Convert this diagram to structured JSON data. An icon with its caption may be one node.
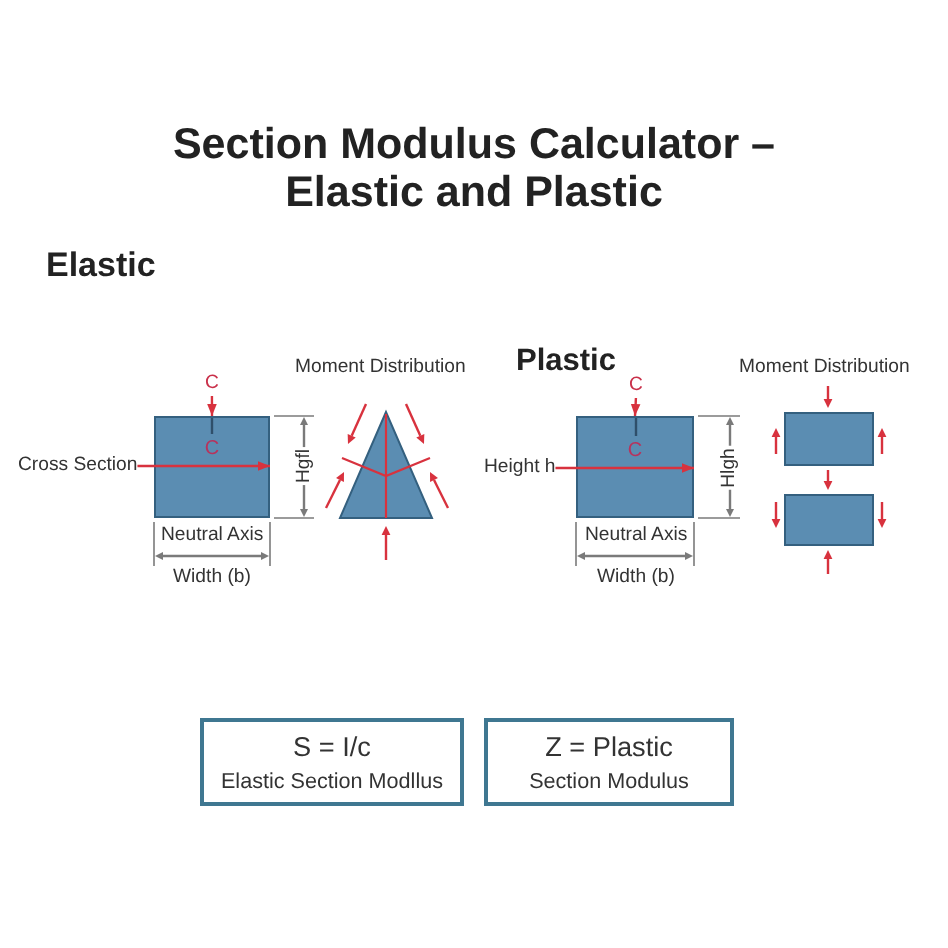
{
  "diagram": {
    "title": "Section Modulus Calculator – Elastic and Plastic",
    "nodes": [
      {
        "text": [
          "Cross Section"
        ]
      },
      {
        "text": [
          "C"
        ]
      },
      {
        "text": [
          "C"
        ],
        "beside": [
          "Neutral Axis"
        ]
      },
      {
        "text": [],
        "shape": "triangle"
      },
      {
        "text": [
          "Height h"
        ]
      },
      {
        "text": [
          "C"
        ]
      },
      {
        "text": [
          "C"
        ],
        "beside": [
          "Neutral Axis"
        ]
      },
      {
        "text": [],
        "shape": "box"
      },
      {
        "text": [],
        "shape": "box"
      },
      {
        "text": [
          "S = I/c",
          "Elastic Section Modllus"
        ]
      },
      {
        "text": [
          "Z = Plastic",
          "Section Modulus"
        ]
      }
    ],
    "edges": [
      {
        "from": 1,
        "to": 2,
        "arrow": "to"
      },
      {
        "from": 0,
        "to": 2,
        "arrow": "to"
      },
      {
        "from": 5,
        "to": 6,
        "arrow": "to"
      },
      {
        "from": 4,
        "to": 6,
        "arrow": "to"
      }
    ],
    "labels": [
      "Elastic",
      "Plastic",
      "Moment Distribution",
      "Moment Distribution",
      "Hgfl",
      "Hlgh",
      "Width (b)",
      "Width (b)"
    ]
  }
}
